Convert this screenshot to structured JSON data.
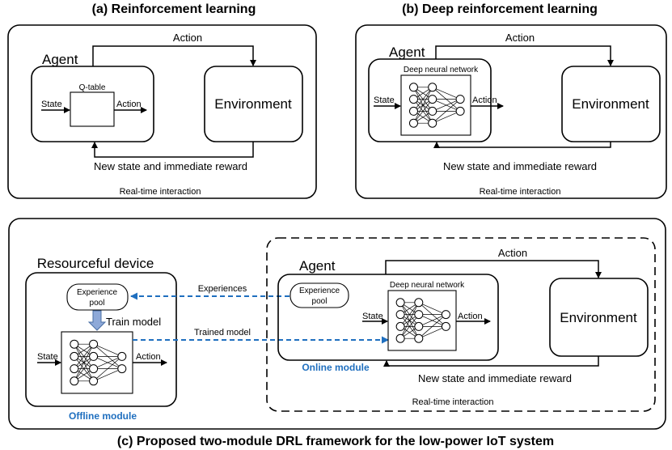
{
  "panel_a": {
    "title": "(a) Reinforcement learning",
    "agent": "Agent",
    "qtable": "Q-table",
    "state": "State",
    "action_inner": "Action",
    "environment": "Environment",
    "action_top": "Action",
    "feedback": "New state and immediate reward",
    "interaction": "Real-time interaction"
  },
  "panel_b": {
    "title": "(b) Deep reinforcement learning",
    "agent": "Agent",
    "dnn": "Deep neural network",
    "state": "State",
    "action_inner": "Action",
    "environment": "Environment",
    "action_top": "Action",
    "feedback": "New state and immediate reward",
    "interaction": "Real-time interaction"
  },
  "panel_c": {
    "title": "(c) Proposed two-module DRL framework for the low-power IoT system",
    "resourceful_device": "Resourceful device",
    "experience_pool_line1": "Experience",
    "experience_pool_line2": "pool",
    "train_model": "Train model",
    "state": "State",
    "action_offline": "Action",
    "offline_module": "Offline module",
    "experiences": "Experiences",
    "trained_model": "Trained model",
    "agent": "Agent",
    "online_pool_line1": "Experience",
    "online_pool_line2": "pool",
    "dnn": "Deep neural network",
    "state_online": "State",
    "action_online": "Action",
    "online_module": "Online module",
    "action_top": "Action",
    "environment": "Environment",
    "feedback": "New state and immediate reward",
    "interaction": "Real-time interaction"
  },
  "colors": {
    "accent_blue": "#1f6fbf",
    "arrow_fill": "#8ea9d8"
  }
}
